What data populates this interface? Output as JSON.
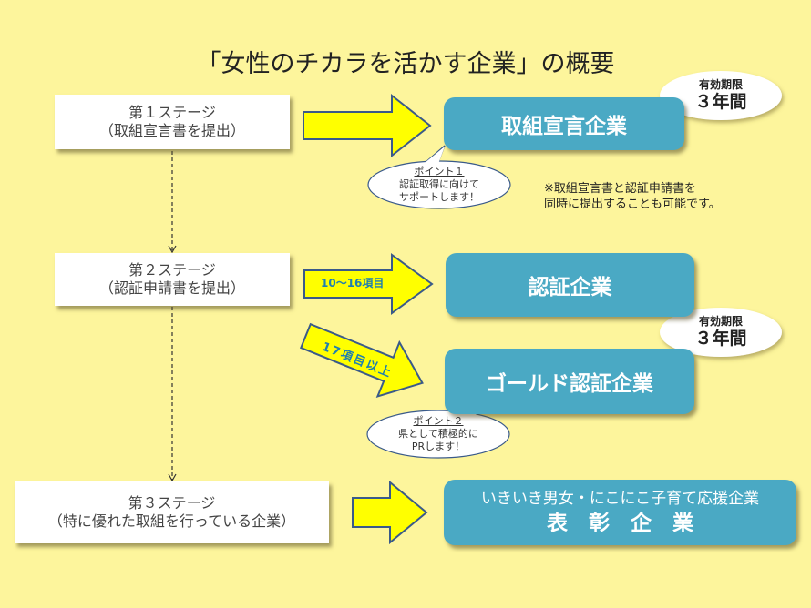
{
  "title": "「女性のチカラを活かす企業」の概要",
  "colors": {
    "background": "#fdf59c",
    "result_box": "#4aa9c4",
    "arrow_fill": "#ffff00",
    "arrow_stroke": "#3a5a8a",
    "arrow_label": "#1f7fb0"
  },
  "stages": [
    {
      "line1": "第１ステージ",
      "line2": "（取組宣言書を提出）"
    },
    {
      "line1": "第２ステージ",
      "line2": "（認証申請書を提出）"
    },
    {
      "line1": "第３ステージ",
      "line2": "（特に優れた取組を行っている企業）"
    }
  ],
  "results": [
    {
      "label": "取組宣言企業"
    },
    {
      "label": "認証企業"
    },
    {
      "label": "ゴールド認証企業"
    },
    {
      "line1": "いきいき男女・にこにこ子育て応援企業",
      "line2": "表　彰　企　業"
    }
  ],
  "arrows": {
    "stage2_to_certified": "10～16項目",
    "stage2_to_gold": "17項目以上"
  },
  "validity_badges": [
    {
      "line1": "有効期限",
      "line2": "３年間"
    },
    {
      "line1": "有効期限",
      "line2": "３年間"
    }
  ],
  "callouts": [
    {
      "heading": "ポイント１",
      "line1": "認証取得に向けて",
      "line2": "サポートします！"
    },
    {
      "heading": "ポイント２",
      "line1": "県として積極的に",
      "line2": "PRします！"
    }
  ],
  "note": {
    "line1": "※取組宣言書と認証申請書を",
    "line2": "同時に提出することも可能です。"
  }
}
